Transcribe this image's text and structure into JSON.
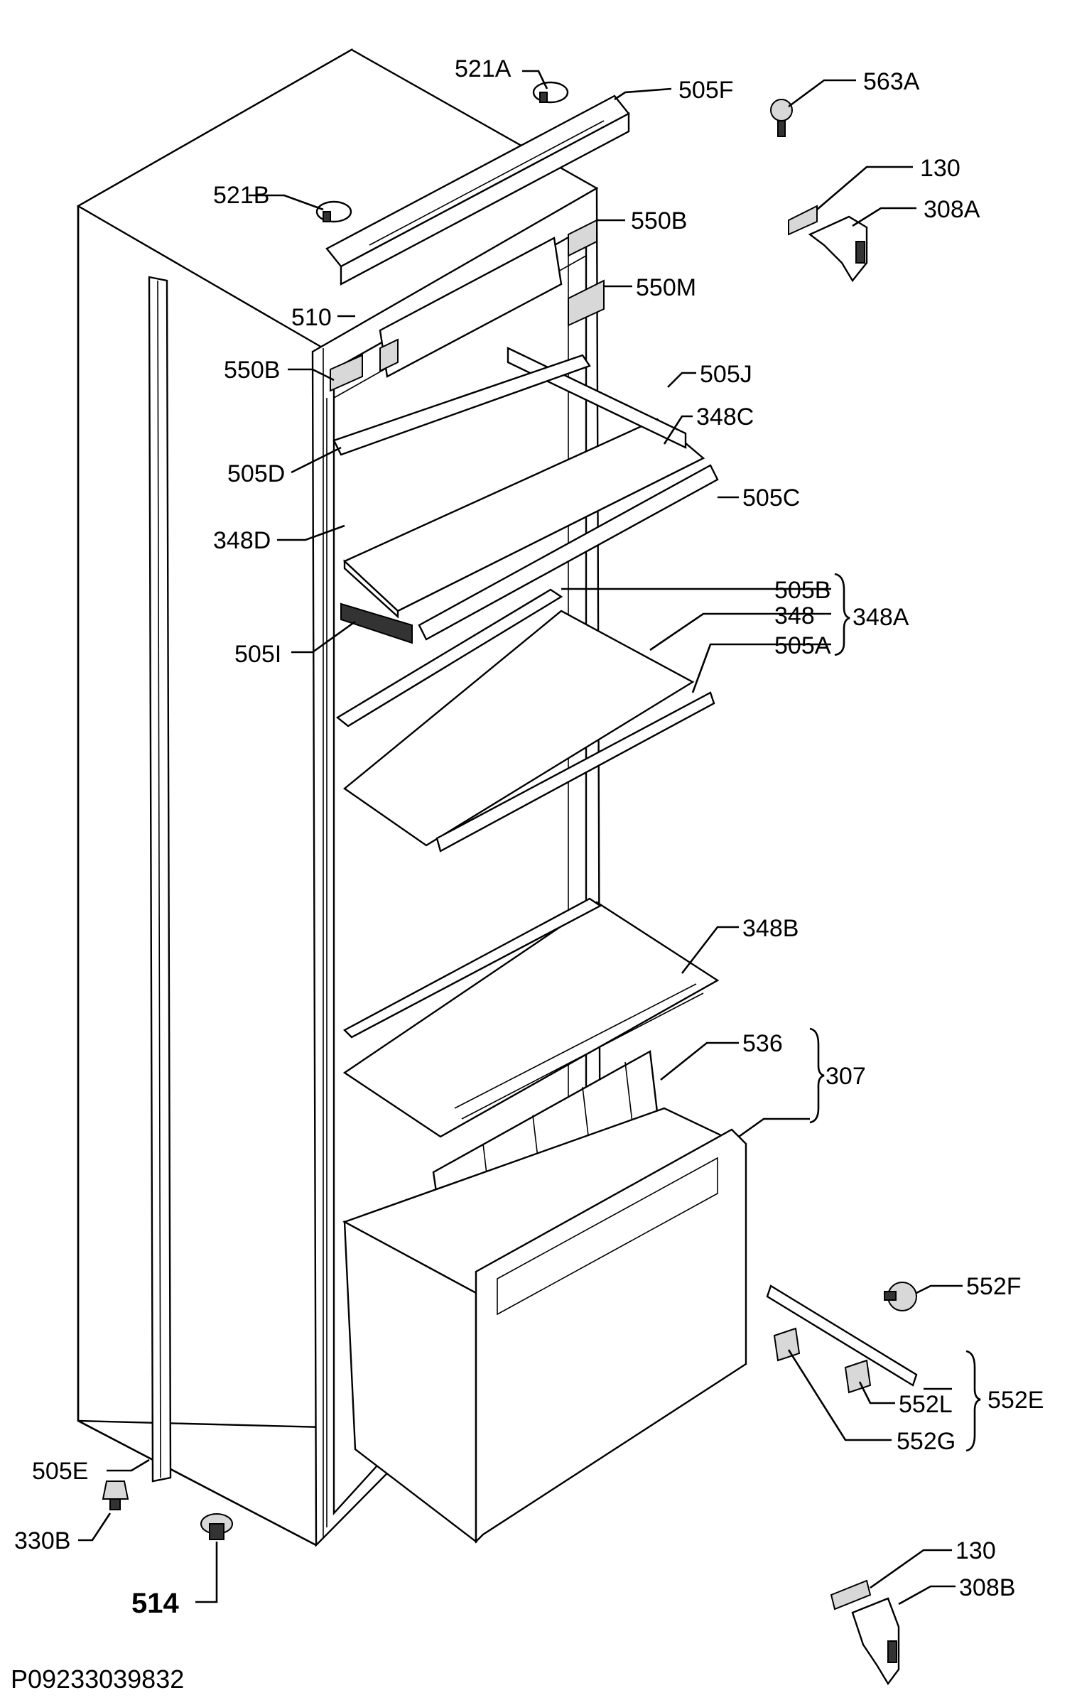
{
  "diagram_code": "P09233039832",
  "labels": {
    "l521A": "521A",
    "l505F": "505F",
    "l563A": "563A",
    "l130a": "130",
    "l308A": "308A",
    "l521B": "521B",
    "l550B_top": "550B",
    "l550M": "550M",
    "l510": "510",
    "l550B_left": "550B",
    "l505J": "505J",
    "l348C": "348C",
    "l505D": "505D",
    "l505C": "505C",
    "l348D": "348D",
    "l505B": "505B",
    "l348": "348",
    "l348A": "348A",
    "l505I": "505I",
    "l505A": "505A",
    "l348B": "348B",
    "l536": "536",
    "l307": "307",
    "l552F": "552F",
    "l552L": "552L",
    "l552E": "552E",
    "l552G": "552G",
    "l505E": "505E",
    "l330B": "330B",
    "l514": "514",
    "l130b": "130",
    "l308B": "308B"
  }
}
